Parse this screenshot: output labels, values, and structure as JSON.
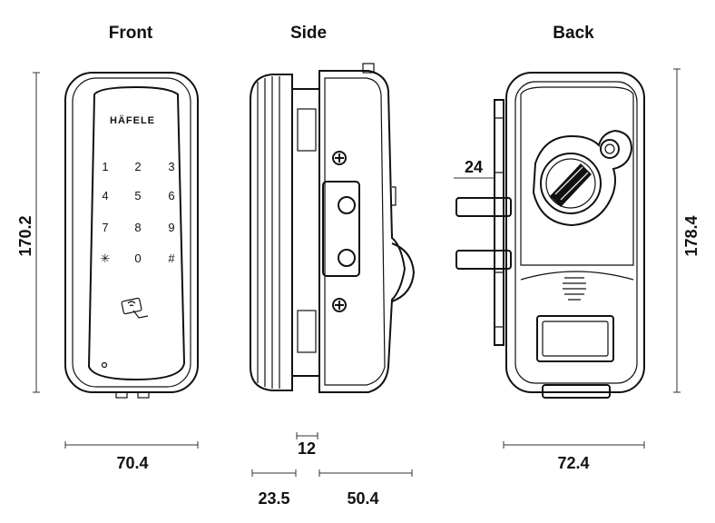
{
  "views": {
    "front": {
      "title": "Front"
    },
    "side": {
      "title": "Side"
    },
    "back": {
      "title": "Back"
    }
  },
  "brand": "HÄFELE",
  "keypad": [
    "1",
    "2",
    "3",
    "4",
    "5",
    "6",
    "7",
    "8",
    "9",
    "✳",
    "0",
    "#"
  ],
  "dimensions": {
    "front_height": "170.2",
    "front_width": "70.4",
    "side_thickness": "12",
    "side_left": "23.5",
    "side_right": "50.4",
    "back_bolt_spacing": "24",
    "back_height": "178.4",
    "back_width": "72.4"
  },
  "icons": {
    "card": "rfid-card-icon",
    "lock": "thumb-turn-icon",
    "status": "led-indicator-icon"
  }
}
